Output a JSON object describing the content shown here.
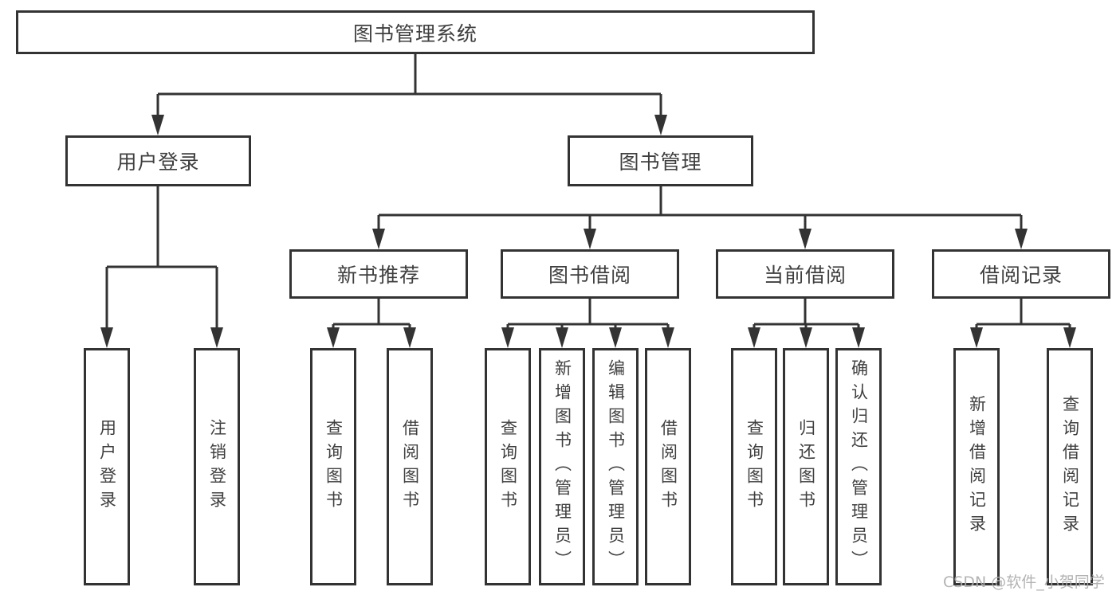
{
  "tree": {
    "label": "图书管理系统",
    "children": [
      {
        "label": "用户登录",
        "children": [
          {
            "label": "用户登录"
          },
          {
            "label": "注销登录"
          }
        ]
      },
      {
        "label": "图书管理",
        "children": [
          {
            "label": "新书推荐",
            "children": [
              {
                "label": "查询图书"
              },
              {
                "label": "借阅图书"
              }
            ]
          },
          {
            "label": "图书借阅",
            "children": [
              {
                "label": "查询图书"
              },
              {
                "label": "新增图书（管理员）"
              },
              {
                "label": "编辑图书（管理员）"
              },
              {
                "label": "借阅图书"
              }
            ]
          },
          {
            "label": "当前借阅",
            "children": [
              {
                "label": "查询图书"
              },
              {
                "label": "归还图书"
              },
              {
                "label": "确认归还（管理员）"
              }
            ]
          },
          {
            "label": "借阅记录",
            "children": [
              {
                "label": "新增借阅记录"
              },
              {
                "label": "查询借阅记录"
              }
            ]
          }
        ]
      }
    ]
  },
  "watermark": {
    "text": "CSDN @软件_小贺同学"
  },
  "colors": {
    "line": "#333333",
    "box_border": "#333333",
    "text": "#3f3f3f",
    "watermark": "#acacac"
  }
}
